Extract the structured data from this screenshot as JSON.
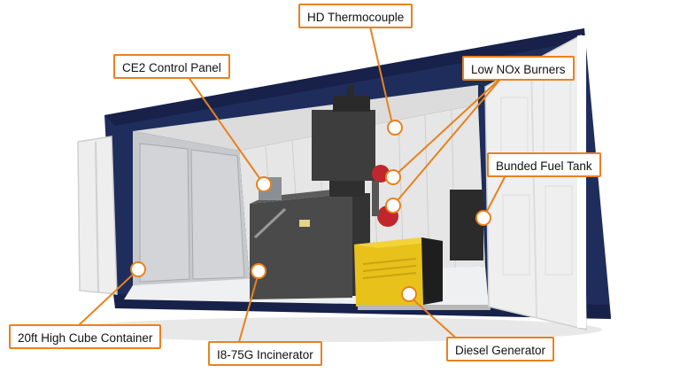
{
  "callouts": {
    "thermocouple": "HD Thermocouple",
    "control_panel": "CE2 Control Panel",
    "burners": "Low NOx Burners",
    "fuel_tank": "Bunded Fuel Tank",
    "container": "20ft High Cube Container",
    "incinerator": "I8-75G Incinerator",
    "generator": "Diesel Generator"
  },
  "colors": {
    "accent": "#e8821e",
    "container_blue": "#1f2d5c",
    "door_white": "#eeeeee",
    "generator_yellow": "#e8c21a"
  }
}
